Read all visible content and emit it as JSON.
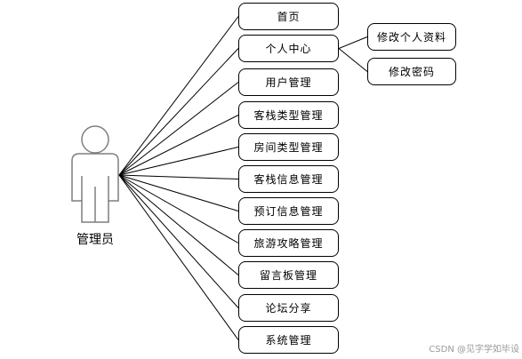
{
  "actor": {
    "label": "管理员"
  },
  "modules": [
    {
      "label": "首页"
    },
    {
      "label": "个人中心",
      "children": [
        {
          "label": "修改个人资料"
        },
        {
          "label": "修改密码"
        }
      ]
    },
    {
      "label": "用户管理"
    },
    {
      "label": "客栈类型管理"
    },
    {
      "label": "房间类型管理"
    },
    {
      "label": "客栈信息管理"
    },
    {
      "label": "预订信息管理"
    },
    {
      "label": "旅游攻略管理"
    },
    {
      "label": "留言板管理"
    },
    {
      "label": "论坛分享"
    },
    {
      "label": "系统管理"
    }
  ],
  "watermark": "CSDN @见字学如毕设",
  "colors": {
    "line": "#000000",
    "actor_outline": "#7f7f7f",
    "watermark": "#9a9a9a"
  }
}
